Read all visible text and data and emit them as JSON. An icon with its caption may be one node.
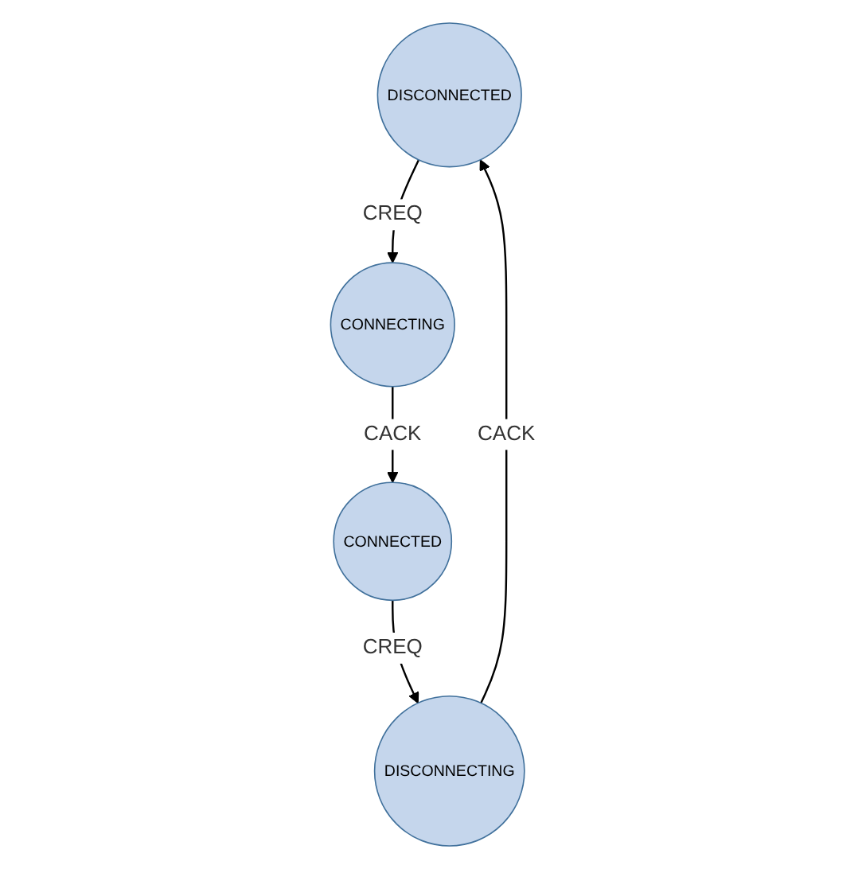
{
  "diagram": {
    "nodes": [
      {
        "text": [
          "DISCONNECTED"
        ]
      },
      {
        "text": [
          "CONNECTING"
        ]
      },
      {
        "text": [
          "CONNECTED"
        ]
      },
      {
        "text": [
          "DISCONNECTING"
        ]
      }
    ],
    "edges": [
      {
        "from": 0,
        "to": 1,
        "arrow": "to",
        "label": "CREQ"
      },
      {
        "from": 1,
        "to": 2,
        "arrow": "to",
        "label": "CACK"
      },
      {
        "from": 2,
        "to": 3,
        "arrow": "to",
        "label": "CREQ"
      },
      {
        "from": 3,
        "to": 0,
        "arrow": "to",
        "label": "CACK"
      }
    ]
  }
}
